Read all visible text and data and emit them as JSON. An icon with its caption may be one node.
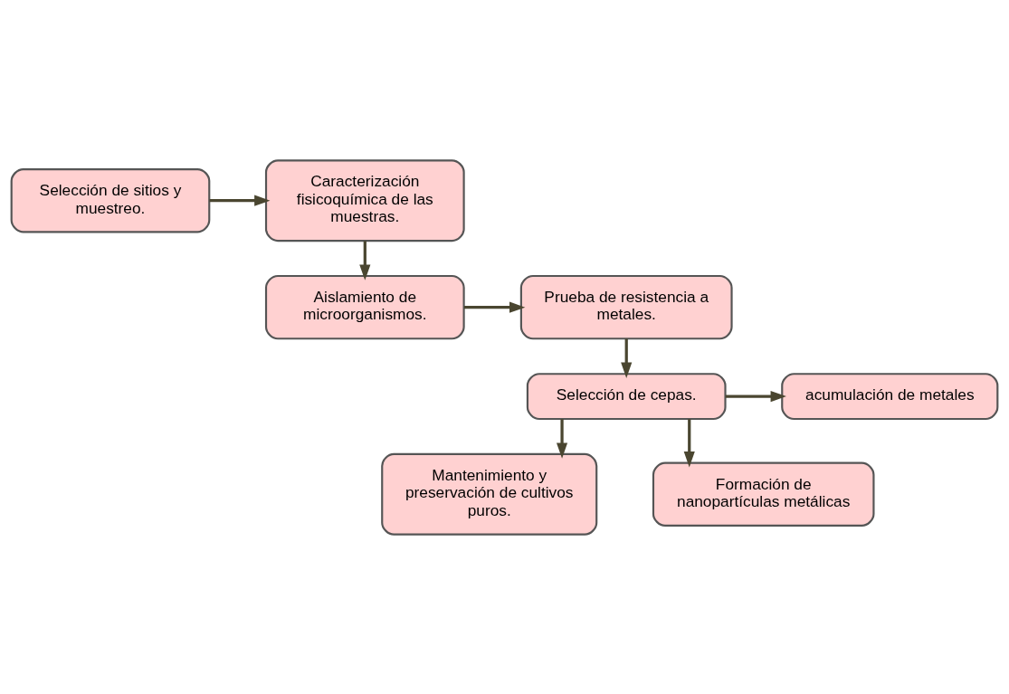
{
  "diagram": {
    "nodes": [
      {
        "text": [
          "Selección de sitios y muestreo."
        ]
      },
      {
        "text": [
          "Caracterización fisicoquímica de las muestras."
        ]
      },
      {
        "text": [
          "Aislamiento de microorganismos."
        ]
      },
      {
        "text": [
          "Prueba de resistencia a metales."
        ]
      },
      {
        "text": [
          "Selección de cepas."
        ]
      },
      {
        "text": [
          "acumulación de metales"
        ]
      },
      {
        "text": [
          "Mantenimiento y preservación de cultivos puros."
        ]
      },
      {
        "text": [
          "Formación de nanopartículas metálicas"
        ]
      }
    ],
    "edges": [
      {
        "from": 0,
        "to": 1,
        "arrow": "to"
      },
      {
        "from": 1,
        "to": 2,
        "arrow": "to"
      },
      {
        "from": 2,
        "to": 3,
        "arrow": "to"
      },
      {
        "from": 3,
        "to": 4,
        "arrow": "to"
      },
      {
        "from": 4,
        "to": 5,
        "arrow": "to"
      },
      {
        "from": 4,
        "to": 6,
        "arrow": "to"
      },
      {
        "from": 4,
        "to": 7,
        "arrow": "to"
      }
    ]
  }
}
